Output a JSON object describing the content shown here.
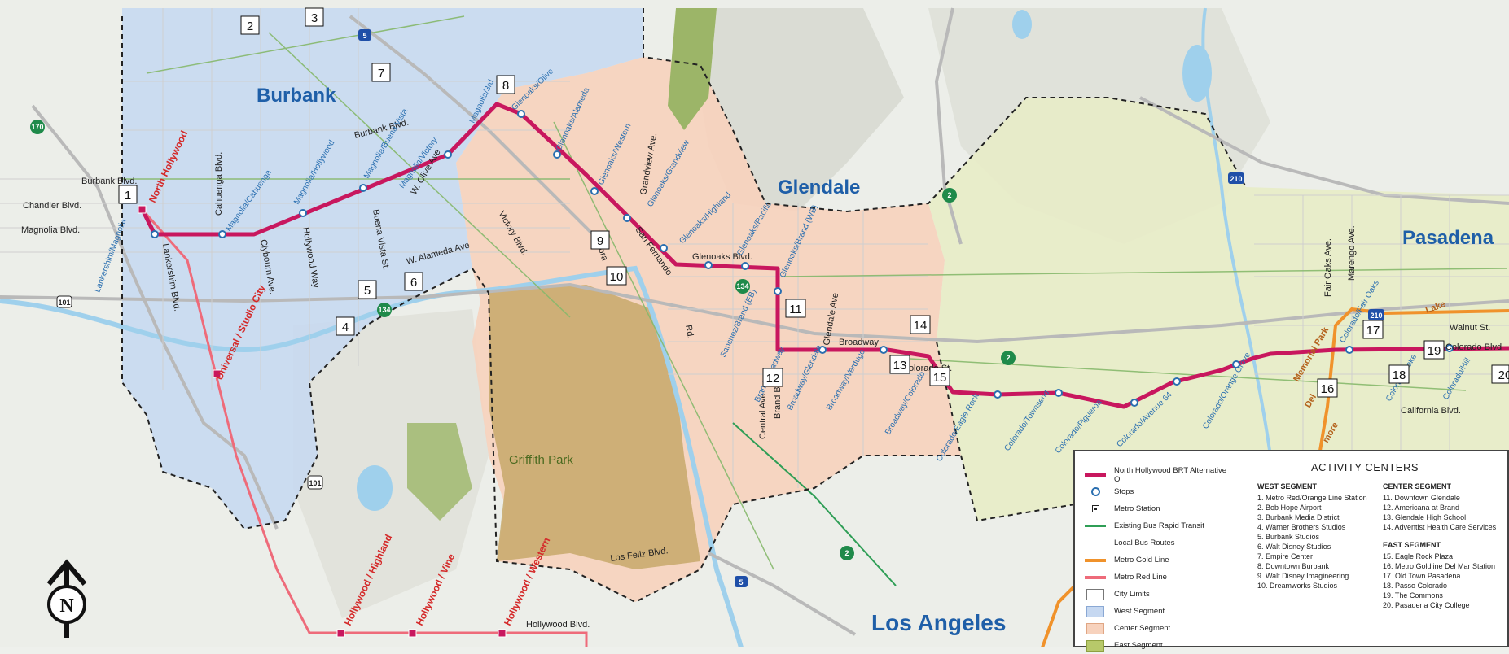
{
  "cities": {
    "burbank": "Burbank",
    "glendale": "Glendale",
    "pasadena": "Pasadena",
    "los_angeles": "Los Angeles"
  },
  "park": "Griffith Park",
  "streets": {
    "burbank_blvd_w": "Burbank Blvd.",
    "chandler": "Chandler Blvd.",
    "magnolia": "Magnolia Blvd.",
    "cahuenga": "Cahuenga Blvd.",
    "clybourn": "Clybourn Ave.",
    "hollywood_way": "Hollywood Way",
    "buena_vista": "Buena Vista St.",
    "w_olive": "W. Olive Ave",
    "w_alameda": "W. Alameda Ave",
    "burbank_blvd": "Burbank Blvd.",
    "victory": "Victory Blvd.",
    "lankershim": "Lankershim Blvd.",
    "grandview": "Grandview Ave.",
    "glenoaks": "Glenoaks Blvd.",
    "san_fernando": "San Fernando",
    "rd": "Rd.",
    "sonora": "Sonora",
    "broadway": "Broadway",
    "central": "Central Ave.",
    "brand": "Brand Blvd.",
    "glendale_ave": "Glendale Ave",
    "colorado_st": "Colorado St.",
    "los_feliz": "Los Feliz Blvd.",
    "hollywood_blvd": "Hollywood Blvd.",
    "fair_oaks": "Fair Oaks Ave.",
    "marengo": "Marengo Ave.",
    "walnut": "Walnut St.",
    "colorado_blvd": "Colorado Blvd",
    "california": "California Blvd.",
    "lake": "Lake",
    "memorial_park": "Memorial Park",
    "del": "Del",
    "more": "more"
  },
  "stops": {
    "lankershim_magnolia": "Lankershim/Magnolia",
    "magnolia_cahuenga": "Magnolia/Cahuenga",
    "magnolia_hollywood": "Magnolia/Hollywood",
    "magnolia_buena_vista": "Magnolia/Buena Vista",
    "magnolia_victory": "Magnolia/Victory",
    "magnolia_3rd": "Magnolia/3rd",
    "glenoaks_olive": "Glenoaks/Olive",
    "glenoaks_alameda": "Glenoaks/Alameda",
    "glenoaks_western": "Glenoaks/Western",
    "glenoaks_grandview": "Glenoaks/Grandview",
    "glenoaks_highland": "Glenoaks/Highland",
    "glenoaks_pacific": "Glenoaks/Pacific",
    "glenoaks_brand_wb": "Glenoaks/Brand (WB)",
    "sanchez_brand": "Sanchez/Brand (EB)",
    "brand_broadway": "Brand/Broadway",
    "broadway_glendale": "Broadway/Glendale",
    "broadway_verdugo": "Broadway/Verdugo",
    "broadway_colorado": "Broadway/Colorado",
    "colorado_eagle_rock": "Colorado/Eagle Rock",
    "colorado_townsend": "Colorado/Townsend",
    "colorado_figueroa": "Colorado/Figueroa",
    "colorado_avenue64": "Colorado/Avenue 64",
    "colorado_orange_grove": "Colorado/Orange Grove",
    "colorado_fair_oaks": "Colorado/Fair Oaks",
    "colorado_lake": "Colorado/Lake",
    "colorado_hill": "Colorado/Hill"
  },
  "rail_stations": {
    "north_hollywood": "North Hollywood",
    "universal": "Universal / Studio City",
    "hw_highland": "Hollywood / Highland",
    "hw_vine": "Hollywood / Vine",
    "hw_western": "Hollywood / Western"
  },
  "shields": {
    "s170": "170",
    "s5": "5",
    "s101a": "101",
    "s134": "134",
    "s101b": "101",
    "s2a": "2",
    "s2b": "2",
    "s5b": "5",
    "s210a": "210",
    "s210b": "210",
    "s2c": "2",
    "s134b": "134"
  },
  "activity_markers": {
    "m1": "1",
    "m2": "2",
    "m3": "3",
    "m4": "4",
    "m5": "5",
    "m6": "6",
    "m7": "7",
    "m8": "8",
    "m9": "9",
    "m10": "10",
    "m11": "11",
    "m12": "12",
    "m13": "13",
    "m14": "14",
    "m15": "15",
    "m16": "16",
    "m17": "17",
    "m18": "18",
    "m19": "19",
    "m20": "20"
  },
  "north_arrow": "N",
  "legend": {
    "title": "ACTIVITY CENTERS",
    "keys": {
      "route": "North Hollywood BRT Alternative O",
      "stops": "Stops",
      "metro_station": "Metro Station",
      "brt": "Existing Bus Rapid Transit",
      "local": "Local Bus Routes",
      "gold": "Metro Gold Line",
      "red": "Metro Red Line",
      "city_limits": "City Limits",
      "west": "West Segment",
      "center": "Center Segment",
      "east": "East Segment"
    },
    "west_segment": {
      "heading": "WEST SEGMENT",
      "items": [
        "1. Metro Red/Orange Line Station",
        "2. Bob Hope Airport",
        "3. Burbank Media District",
        "4. Warner Brothers Studios",
        "5. Burbank Studios",
        "6. Walt Disney Studios",
        "7. Empire Center",
        "8. Downtown Burbank",
        "9. Walt Disney Imagineering",
        "10. Dreamworks Studios"
      ]
    },
    "center_segment": {
      "heading": "CENTER SEGMENT",
      "items": [
        "11. Downtown Glendale",
        "12. Americana at Brand",
        "13. Glendale High School",
        "14. Adventist Health Care Services"
      ]
    },
    "east_segment": {
      "heading": "EAST SEGMENT",
      "items": [
        "15. Eagle Rock Plaza",
        "16. Metro Goldline Del Mar Station",
        "17. Old Town Pasadena",
        "18. Passo Colorado",
        "19. The Commons",
        "20. Pasadena City College"
      ]
    }
  },
  "colors": {
    "route": "#c8175e",
    "stop": "#2a6fb0",
    "west": "#c6d8f1",
    "center": "#f7d2bd",
    "east": "#e8ecc6",
    "park": "#c7a86a",
    "red_line": "#ee6b7a",
    "gold_line": "#f0922b",
    "water": "#9fd0ec",
    "brt": "#2f9e56",
    "local": "#86b86b"
  }
}
